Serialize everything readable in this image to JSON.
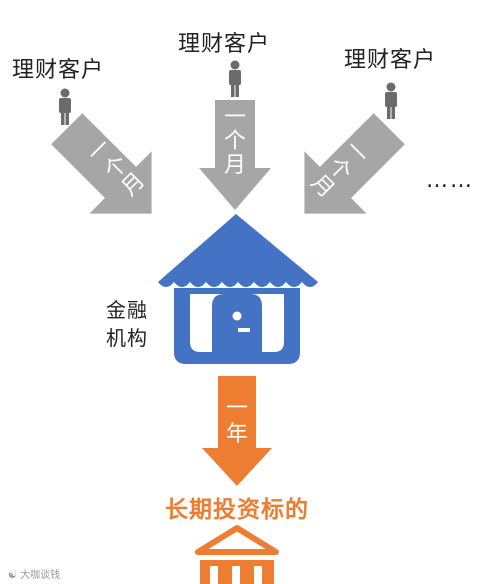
{
  "clients": [
    {
      "label": "理财客户",
      "arrow_text": "一个月"
    },
    {
      "label": "理财客户",
      "arrow_text": "一个月"
    },
    {
      "label": "理财客户",
      "arrow_text": "一个月"
    }
  ],
  "more": "……",
  "institution": {
    "line1": "金融",
    "line2": "机构"
  },
  "duration": "一年",
  "target": "长期投资标的",
  "watermark": "大咖谈钱",
  "colors": {
    "gray_arrow": "#a6a6a6",
    "blue_house": "#4472c4",
    "orange_arrow": "#ed7d31",
    "person": "#6b6b6b"
  },
  "icons": [
    "person-icon",
    "house-icon",
    "bank-icon"
  ]
}
